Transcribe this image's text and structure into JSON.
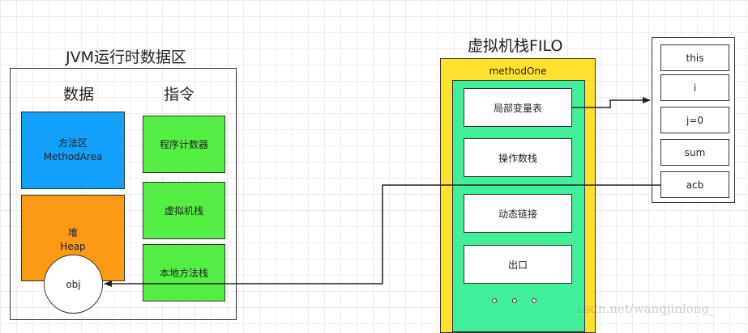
{
  "jvm": {
    "title": "JVM运行时数据区",
    "data_header": "数据",
    "instr_header": "指令",
    "method_area": {
      "cn": "方法区",
      "en": "MethodArea",
      "color": "#13a0f8"
    },
    "heap": {
      "cn": "堆",
      "en": "Heap",
      "color": "#fb9a15"
    },
    "obj": "obj",
    "program_counter": "程序计数器",
    "vm_stack": "虚拟机栈",
    "native_stack": "本地方法栈"
  },
  "vstack": {
    "title": "虚拟机栈FILO",
    "frame_label": "methodOne",
    "frame_color": "#ffe12e",
    "inner_color": "#41ee9a",
    "items": [
      "局部变量表",
      "操作数栈",
      "动态链接",
      "出口"
    ]
  },
  "locals": [
    "this",
    "i",
    "j=0",
    "sum",
    "acb"
  ],
  "watermark": "csdn.net/wangjinlong_"
}
